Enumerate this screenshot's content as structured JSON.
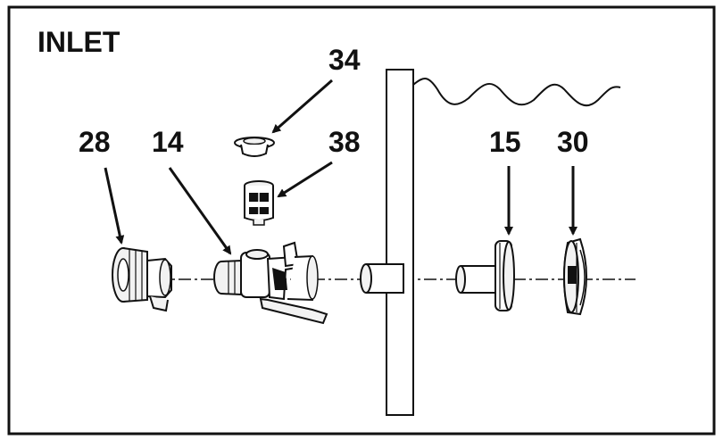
{
  "title": "INLET",
  "callouts": {
    "part_28": "28",
    "part_14": "14",
    "part_34": "34",
    "part_38": "38",
    "part_15": "15",
    "part_30": "30"
  },
  "colors": {
    "stroke": "#111111",
    "background": "#ffffff",
    "part_fill": "#f2f2f2"
  }
}
